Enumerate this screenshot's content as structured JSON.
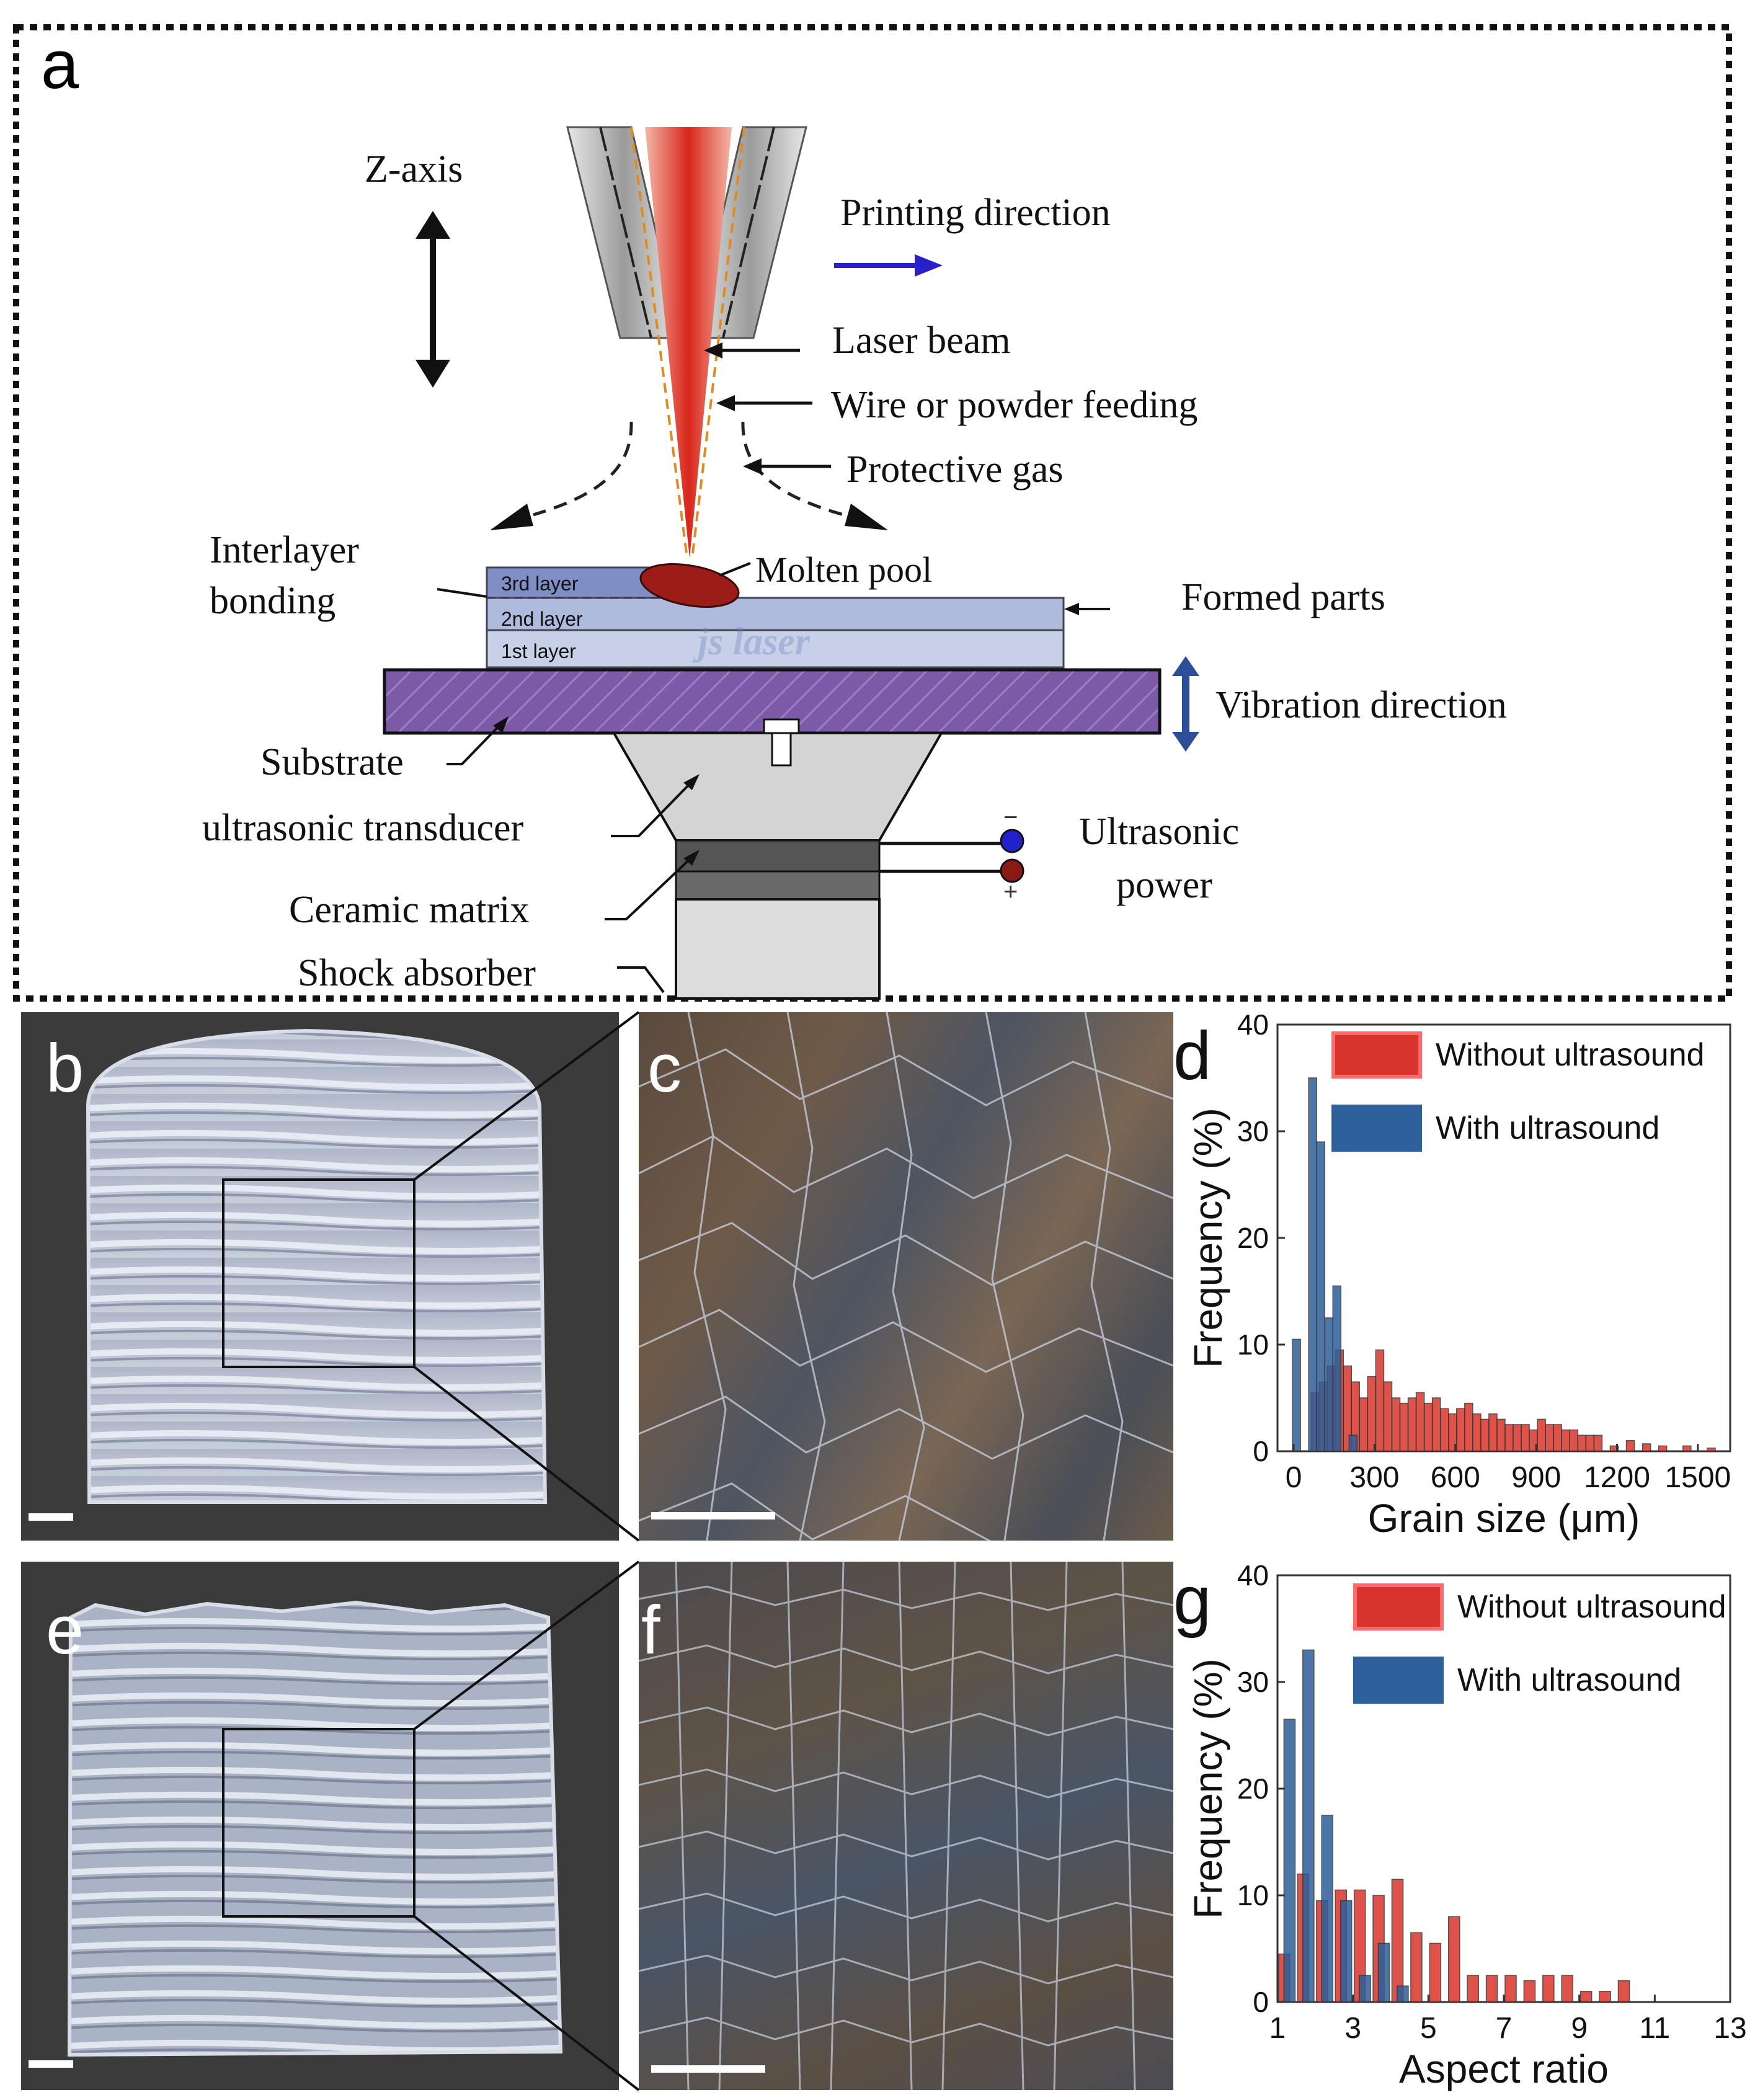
{
  "panels": {
    "a": "a",
    "b": "b",
    "c": "c",
    "d": "d",
    "e": "e",
    "f": "f",
    "g": "g"
  },
  "schematic": {
    "z_axis": "Z-axis",
    "printing_direction": "Printing direction",
    "laser_beam": "Laser beam",
    "wire_feeding": "Wire or powder feeding",
    "protective_gas": "Protective gas",
    "interlayer_1": "Interlayer",
    "interlayer_2": "bonding",
    "molten_pool": "Molten pool",
    "formed_parts": "Formed parts",
    "layer3": "3rd layer",
    "layer2": "2nd layer",
    "layer1": "1st layer",
    "vibration": "Vibration direction",
    "substrate": "Substrate",
    "transducer": "ultrasonic transducer",
    "ultrasonic_power_1": "Ultrasonic",
    "ultrasonic_power_2": "power",
    "ceramic": "Ceramic matrix",
    "shock": "Shock absorber",
    "minus": "−",
    "plus": "+",
    "watermark": "js laser"
  },
  "colors": {
    "without": "#d9342b",
    "with": "#2d5f9a",
    "substrate": "#7d5aa8",
    "layers": "#b9c6e0",
    "laser": "#d8261b"
  },
  "chart_data": [
    {
      "panel": "d",
      "type": "bar",
      "xlabel": "Grain size (μm)",
      "ylabel": "Frequency (%)",
      "xlim": [
        -60,
        1620
      ],
      "ylim": [
        0,
        40
      ],
      "xticks": [
        0,
        300,
        600,
        900,
        1200,
        1500
      ],
      "yticks": [
        0,
        10,
        20,
        30,
        40
      ],
      "legend_position": "top-right",
      "bin_width": 30,
      "series": [
        {
          "name": "Without ultrasound",
          "color": "#d9342b",
          "x": [
            60,
            90,
            120,
            150,
            180,
            210,
            240,
            270,
            300,
            330,
            360,
            390,
            420,
            450,
            480,
            510,
            540,
            570,
            600,
            630,
            660,
            690,
            720,
            750,
            780,
            810,
            840,
            870,
            900,
            930,
            960,
            990,
            1020,
            1050,
            1080,
            1110,
            1170,
            1230,
            1290,
            1350,
            1440,
            1530
          ],
          "values": [
            5.5,
            6.5,
            8,
            9.5,
            8,
            6.5,
            5,
            7,
            9.5,
            6.5,
            5,
            4.5,
            5,
            5.5,
            4.5,
            5,
            4,
            3.5,
            4,
            4.5,
            3.5,
            3,
            3.5,
            3,
            2.5,
            2.5,
            2.5,
            2,
            3,
            2.5,
            2.5,
            2,
            2,
            1.5,
            1.5,
            1.5,
            0.5,
            1,
            0.7,
            0.5,
            0.5,
            0.3
          ]
        },
        {
          "name": "With ultrasound",
          "color": "#2d5f9a",
          "x": [
            30,
            90,
            120,
            150,
            180,
            240
          ],
          "values": [
            10.5,
            35,
            29,
            12.5,
            15.5,
            1.5
          ]
        }
      ]
    },
    {
      "panel": "g",
      "type": "bar",
      "xlabel": "Aspect ratio",
      "ylabel": "Frequency (%)",
      "xlim": [
        1,
        13
      ],
      "ylim": [
        0,
        40
      ],
      "xticks": [
        1,
        3,
        5,
        7,
        9,
        11,
        13
      ],
      "yticks": [
        0,
        10,
        20,
        30,
        40
      ],
      "legend_position": "top-right",
      "bin_width": 0.5,
      "series": [
        {
          "name": "Without ultrasound",
          "color": "#d9342b",
          "x": [
            1,
            1.5,
            2,
            2.5,
            3,
            3.5,
            4,
            4.5,
            5,
            5.5,
            6,
            6.5,
            7,
            7.5,
            8,
            8.5,
            9,
            9.5,
            10
          ],
          "values": [
            4.5,
            12,
            9.5,
            10.5,
            10.5,
            10,
            11.5,
            6.5,
            5.5,
            8,
            2.5,
            2.5,
            2.5,
            2,
            2.5,
            2.5,
            1,
            1,
            2
          ]
        },
        {
          "name": "With ultrasound",
          "color": "#2d5f9a",
          "x": [
            1.5,
            2,
            2.5,
            3,
            3.5,
            4,
            4.5
          ],
          "values": [
            26.5,
            33,
            17.5,
            9.5,
            2.5,
            5.5,
            1.5
          ]
        }
      ]
    }
  ]
}
